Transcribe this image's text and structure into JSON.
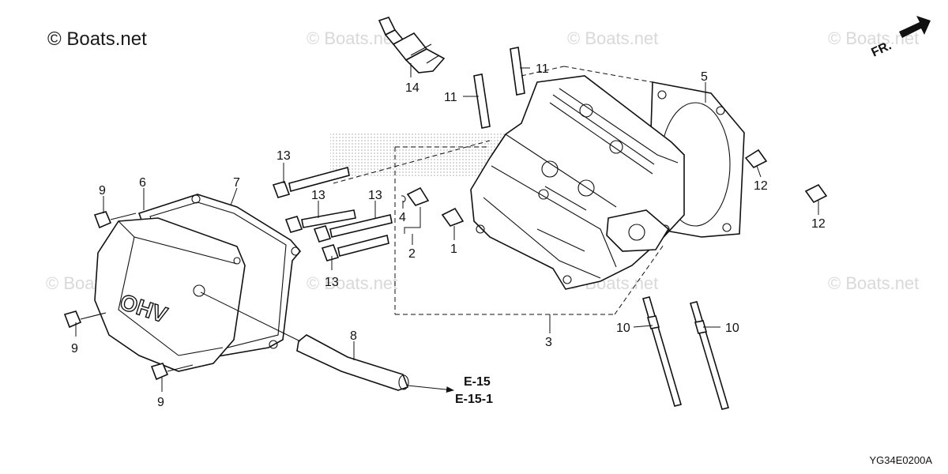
{
  "header": {
    "copyright": "© Boats.net",
    "watermark_text": "© Boats.net"
  },
  "footer": {
    "diagram_code": "YG34E0200A"
  },
  "direction_marker": {
    "label": "FR."
  },
  "callouts": {
    "c1": "1",
    "c2": "2",
    "c3": "3",
    "c4": "4",
    "c5": "5",
    "c6": "6",
    "c7": "7",
    "c8": "8",
    "c9a": "9",
    "c9b": "9",
    "c9c": "9",
    "c10a": "10",
    "c10b": "10",
    "c11a": "11",
    "c11b": "11",
    "c12a": "12",
    "c12b": "12",
    "c13a": "13",
    "c13b": "13",
    "c13c": "13",
    "c13d": "13",
    "c14": "14"
  },
  "references": {
    "ref1": "E-15",
    "ref2": "E-15-1"
  },
  "cover_marking": "OHV"
}
